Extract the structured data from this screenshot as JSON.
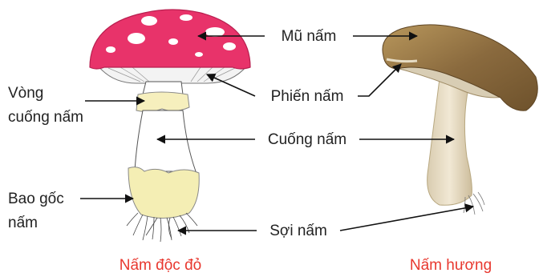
{
  "labels": {
    "cap": "Mũ nấm",
    "gills": "Phiến nấm",
    "ring_line1": "Vòng",
    "ring_line2": "cuống nấm",
    "stem": "Cuống nấm",
    "volva_line1": "Bao gốc",
    "volva_line2": "nấm",
    "hyphae": "Sợi nấm"
  },
  "captions": {
    "left": "Nấm độc đỏ",
    "right": "Nấm hương"
  },
  "colors": {
    "caption": "#e8382f",
    "red_cap": "#e8336a",
    "volva": "#f4eeb4",
    "shiitake_cap": "#8a6a3e",
    "shiitake_stem": "#e8dcc4",
    "arrow": "#111111"
  }
}
